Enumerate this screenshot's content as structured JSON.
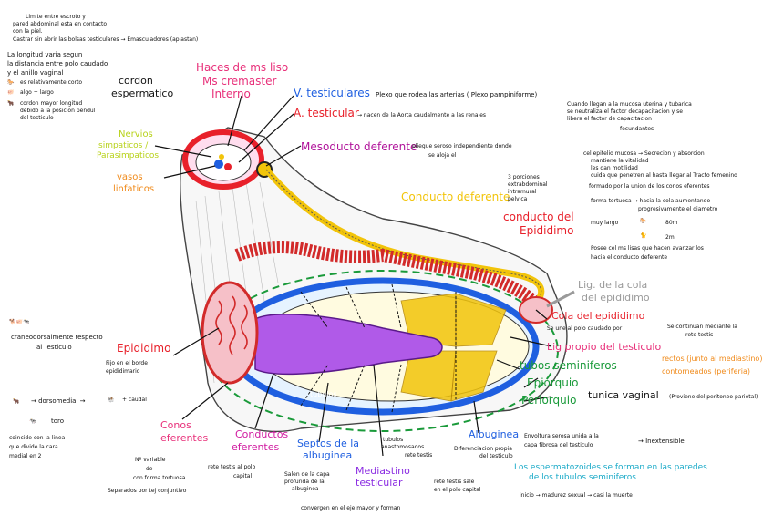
{
  "colors": {
    "red": "#e8202a",
    "pink": "#e8307a",
    "blue": "#1f5fe0",
    "purple": "#8a2be2",
    "yellow": "#f2c40a",
    "orange": "#f08a1a",
    "green": "#1a9a3a",
    "gray": "#9a9a9a",
    "teal": "#1aaac8",
    "lime": "#b8d21a"
  },
  "notes_top_left": {
    "line1": "Limite entre escroto y",
    "line2": "pared abdominal esta en contacto",
    "line3": "con la piel.",
    "line4": "Castrar sin abrir las bolsas testiculares → Emasculadores (aplastan)"
  },
  "length_notes": {
    "line1": "La longitud varia segun",
    "line2": "la distancia entre polo caudado",
    "line3": "y el anillo vaginal",
    "horse": "es relativamente corto",
    "pig": "algo + largo",
    "ox1": "cordon mayor longitud",
    "ox2": "debido a la posicion pendul",
    "ox3": "del testiculo"
  },
  "labels": {
    "cordon": "cordon",
    "espermatico": "espermatico",
    "haces1": "Haces de ms liso",
    "haces2": "Ms cremaster",
    "haces3": "Interno",
    "v_test": "V. testiculares",
    "v_test_note": "Plexo que rodea las arterias ( Plexo pampiniforme)",
    "a_test": "A. testicular",
    "a_test_note": "→ nacen de la Aorta caudalmente a las renales",
    "mesoducto": "Mesoducto deferente",
    "mesoducto_note1": "pliegue seroso independiente donde",
    "mesoducto_note2": "se aloja el",
    "nervios1": "Nervios",
    "nervios2": "simpaticos /",
    "nervios3": "Parasimpaticos",
    "vasos1": "vasos",
    "vasos2": "linfaticos",
    "conducto_def": "Conducto deferente",
    "porciones1": "3 porciones",
    "porciones2": "extrabdominal",
    "porciones3": "intramural",
    "porciones4": "pelvica",
    "conducto_epi1": "conducto del",
    "conducto_epi2": "Epididimo",
    "lig_cola1": "Lig. de la cola",
    "lig_cola2": "del epididimo",
    "cola_epi": "Cola del epididimo",
    "cola_note": "Se une al polo caudado por",
    "lig_propio": "Lig propio del testiculo",
    "tubos": "tubos seminiferos",
    "rectos": "rectos (junto al mediastino)",
    "contorneados": "contorneados (periferia)",
    "continuan1": "Se continuan mediante la",
    "continuan2": "rete testis",
    "epiorquio": "Epiorquio",
    "periorquio": "Periorquio",
    "tunica": "tunica vaginal",
    "tunica_note": "(Proviene del peritoneo parietal)",
    "albuginea": "Albuginea",
    "albu_note1": "Envoltura serosa unida a la",
    "albu_note2": "capa fibrosa del testiculo",
    "inextensible": "→ Inextensible",
    "diferenciacion1": "Diferenciacion propia",
    "diferenciacion2": "del testiculo",
    "rete_note1": "rete testis sale",
    "rete_note2": "en el polo capital",
    "esperm1": "Los espermatozoides se forman en las paredes",
    "esperm2": "de los tubulos seminiferos",
    "inicio": "inicio → madurez sexual → casi la muerte",
    "mediastino1": "Mediastino",
    "mediastino2": "testicular",
    "rete_label": "rete testis",
    "tubulos1": "tubulos",
    "tubulos2": "anastomosados",
    "septos1": "Septos de la",
    "septos2": "albuginea",
    "septos_note1": "Salen de la capa",
    "septos_note2": "profunda de la",
    "septos_note3": "albuginea",
    "convergen": "convergen en el eje mayor y forman",
    "conductos1": "Conductos",
    "conductos2": "eferentes",
    "conductos_note1": "rete testis al polo",
    "conductos_note2": "capital",
    "conos1": "Conos",
    "conos2": "eferentes",
    "conos_note1": "Nº variable",
    "conos_note2": "de",
    "conos_note3": "con forma tortuosa",
    "conos_note4": "Separados por tej conjuntivo",
    "epididimo": "Epididimo",
    "epi_note1": "Fijo en el borde",
    "epi_note2": "epididimario",
    "cranio1": "craneodorsalmente respecto",
    "cranio2": "al Testiculo",
    "dorsomedial": "→ dorsomedial →",
    "caudal": "+ caudal",
    "toro": "toro",
    "coincide1": "coincide con la linea",
    "coincide2": "que divide la cara",
    "coincide3": "medial en 2",
    "tubulos_inner": "tubulos",
    "cuando1": "Cuando llegan a la mucosa uterina y tubarica",
    "cuando2": "se neutraliza el factor decapacitacion y se",
    "cuando3": "libera el factor de capacitacion",
    "cuando4": "fecundantes",
    "epitelio1": "cel epitelio mucosa → Secrecion y absorcion",
    "epitelio2": "mantiene la vitalidad",
    "epitelio3": "les dan motilidad",
    "epitelio4": "cuida que penetren al hasta llegar al Tracto femenino",
    "formado": "formado por la union de los conos eferentes",
    "forma1": "forma tortuosa → hacia la cola aumentando",
    "forma2": "progresivamente el diametro",
    "muy_largo": "muy largo",
    "m80": "80m",
    "m2": "2m",
    "posee1": "Posee cel ms lisas que hacen avanzar los",
    "posee2": "hacia el conducto deferente"
  }
}
